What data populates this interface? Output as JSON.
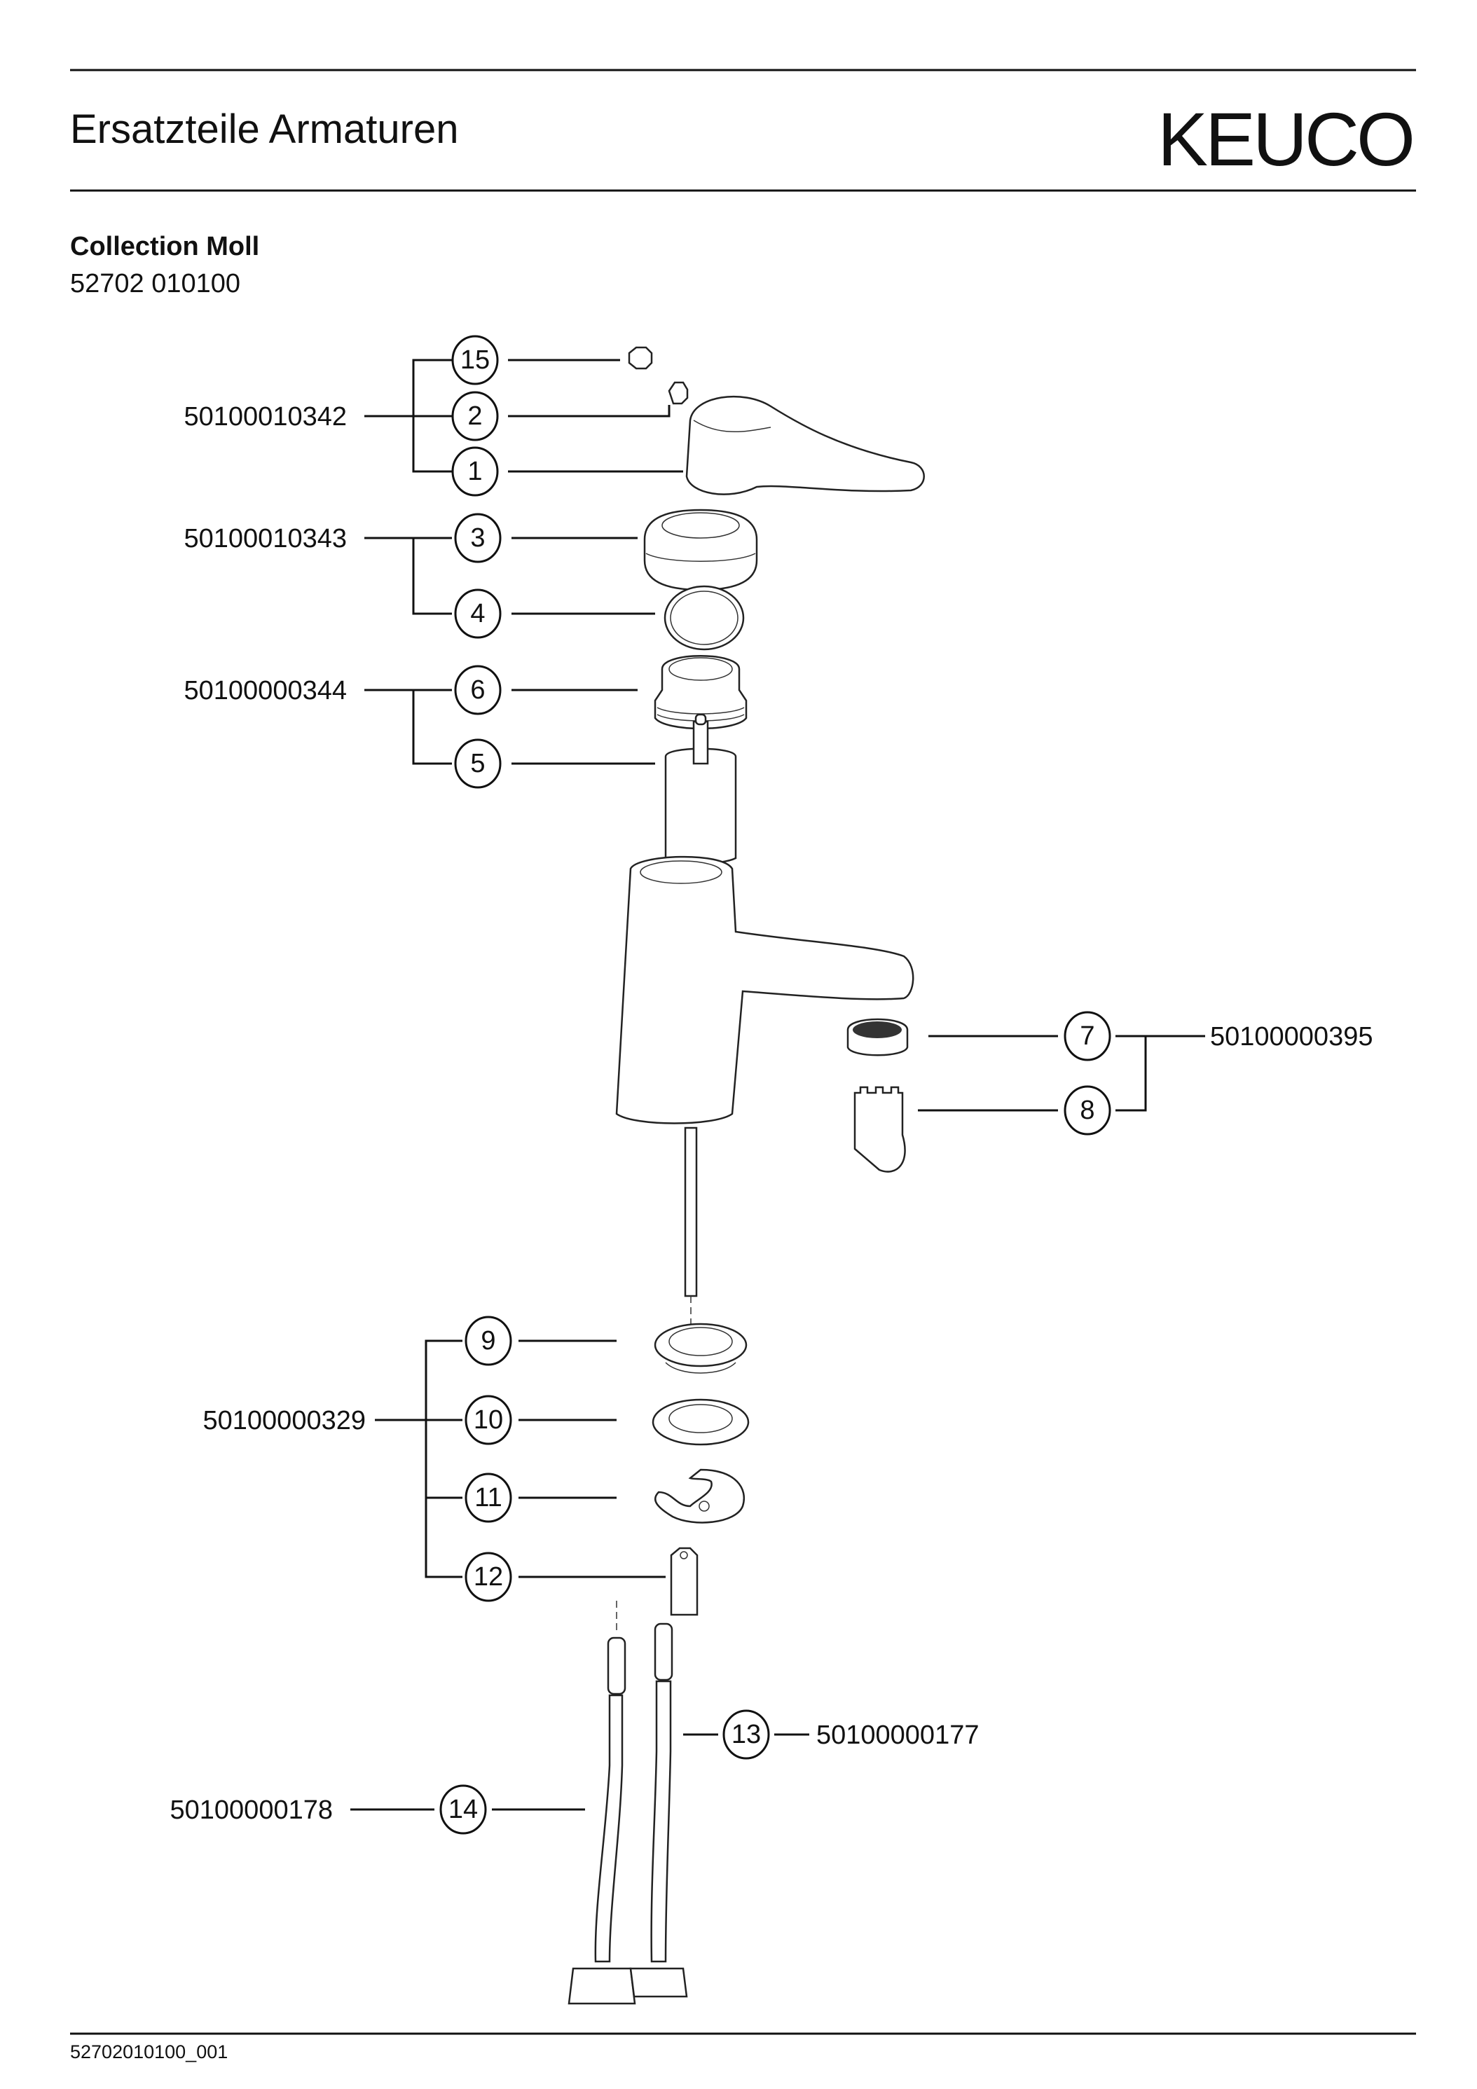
{
  "header": {
    "title": "Ersatzteile Armaturen",
    "brand": "KEUCO"
  },
  "product": {
    "collection": "Collection Moll",
    "article": "52702 010100"
  },
  "groups": [
    {
      "part_number": "50100010342",
      "items": [
        "15",
        "2",
        "1"
      ]
    },
    {
      "part_number": "50100010343",
      "items": [
        "3",
        "4"
      ]
    },
    {
      "part_number": "50100000344",
      "items": [
        "6",
        "5"
      ]
    },
    {
      "part_number": "50100000395",
      "items": [
        "7",
        "8"
      ]
    },
    {
      "part_number": "50100000329",
      "items": [
        "9",
        "10",
        "11",
        "12"
      ]
    },
    {
      "part_number": "50100000177",
      "items": [
        "13"
      ]
    },
    {
      "part_number": "50100000178",
      "items": [
        "14"
      ]
    }
  ],
  "footer": {
    "doc_id": "52702010100_001"
  }
}
